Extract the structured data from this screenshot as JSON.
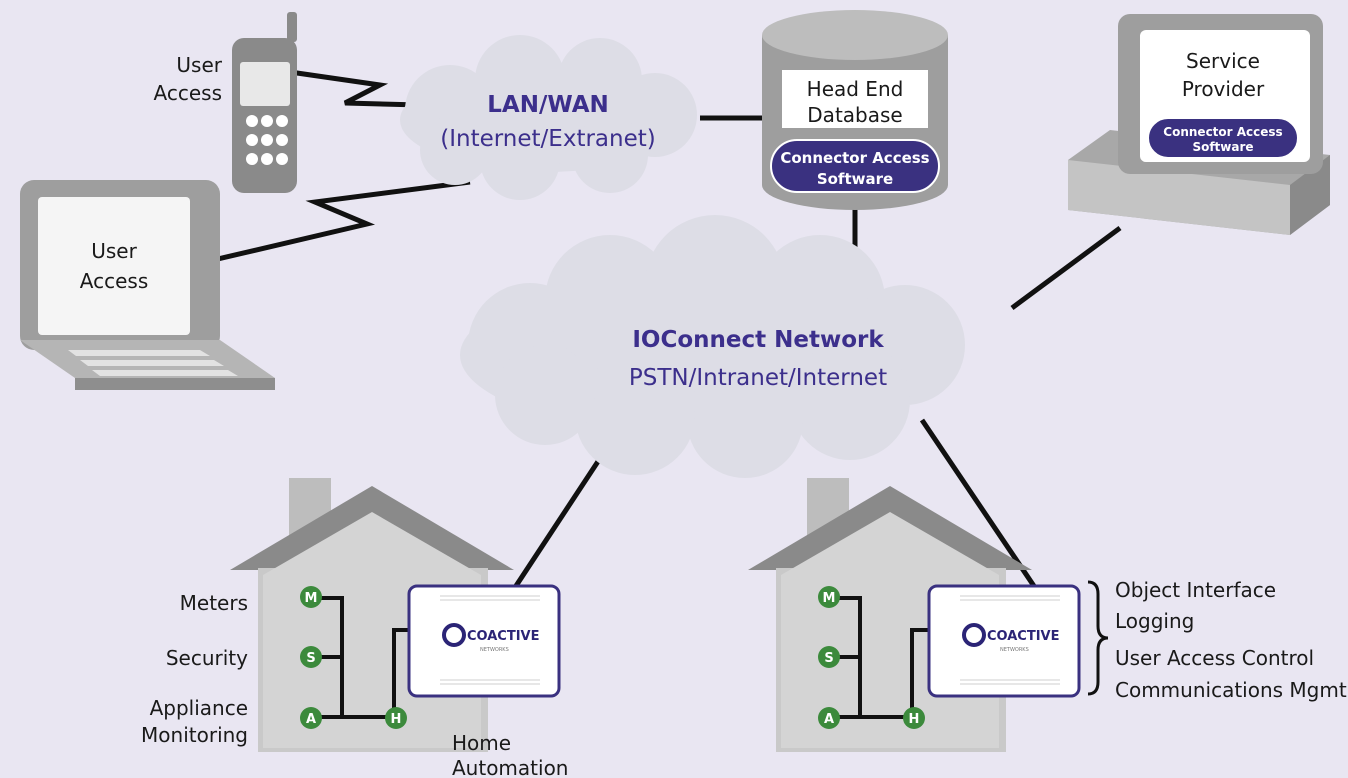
{
  "phone": {
    "label_line1": "User",
    "label_line2": "Access"
  },
  "laptop": {
    "label_line1": "User",
    "label_line2": "Access"
  },
  "lanwan_cloud": {
    "title": "LAN/WAN",
    "subtitle": "(Internet/Extranet)"
  },
  "database": {
    "label_line1": "Head End",
    "label_line2": "Database",
    "software_line1": "Connector Access",
    "software_line2": "Software"
  },
  "service_provider": {
    "label_line1": "Service",
    "label_line2": "Provider",
    "software_line1": "Connector Access",
    "software_line2": "Software"
  },
  "ioconnect_cloud": {
    "title": "IOConnect Network",
    "subtitle": "PSTN/Intranet/Internet"
  },
  "house_left": {
    "labels": {
      "meters": "Meters",
      "security": "Security",
      "appliance_line1": "Appliance",
      "appliance_line2": "Monitoring",
      "home_line1": "Home",
      "home_line2": "Automation"
    },
    "nodes": {
      "m": "M",
      "s": "S",
      "a": "A",
      "h": "H"
    },
    "device_brand": "COACTIVE",
    "device_sub": "NETWORKS"
  },
  "house_right": {
    "nodes": {
      "m": "M",
      "s": "S",
      "a": "A",
      "h": "H"
    },
    "device_brand": "COACTIVE",
    "device_sub": "NETWORKS"
  },
  "features": {
    "items": [
      "Object Interface",
      "Logging",
      "User Access Control",
      "Communications Mgmt."
    ]
  },
  "colors": {
    "background": "#e9e6f2",
    "cloud": "#dddde6",
    "accent": "#3c2f8c",
    "node_green": "#3c8a3c",
    "device_gray": "#c8c8c8"
  }
}
